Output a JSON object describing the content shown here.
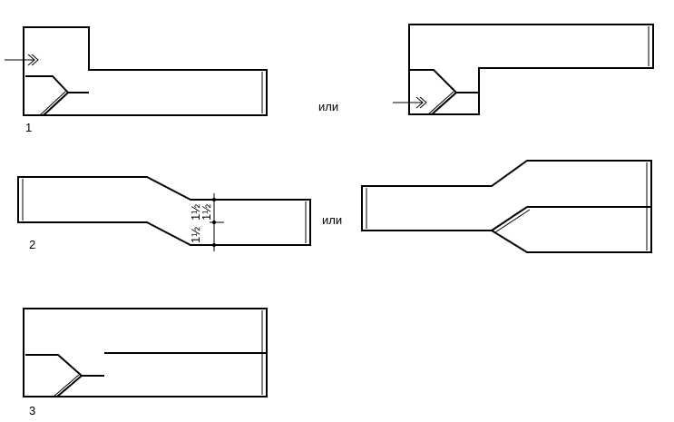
{
  "labels": {
    "fig1": "1",
    "fig2": "2",
    "fig3": "3",
    "or_1": "или",
    "or_2": "или"
  },
  "dimensions": {
    "upper": "1½",
    "lower": "1½",
    "upper_left": "1½"
  }
}
